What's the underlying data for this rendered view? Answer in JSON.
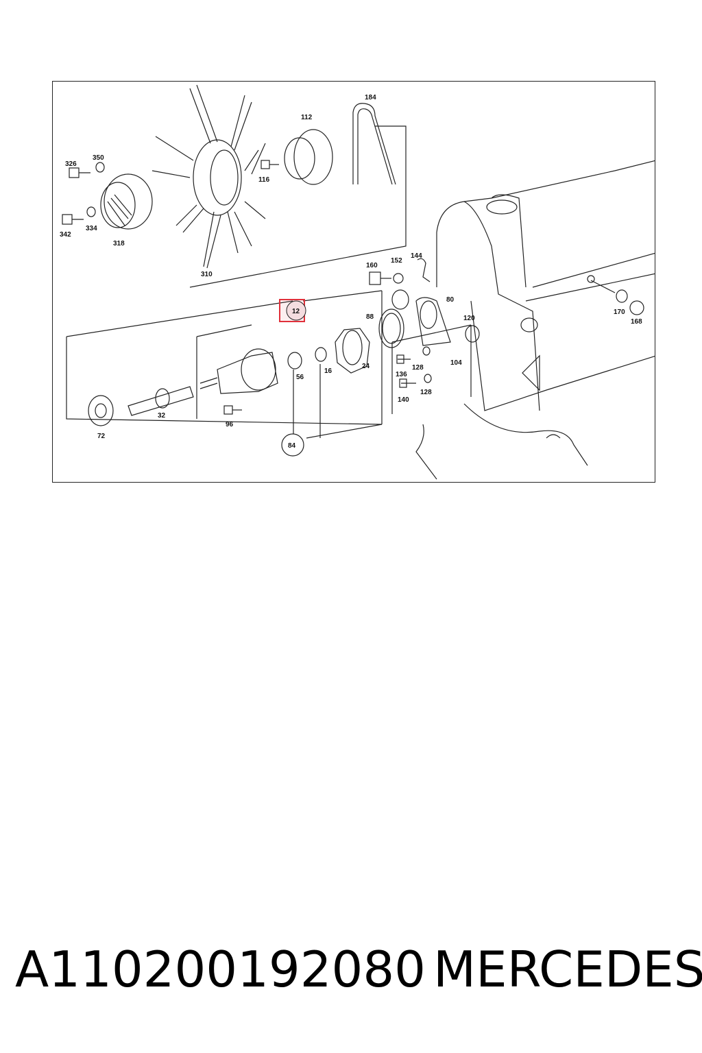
{
  "diagram": {
    "part_labels": {
      "p184": "184",
      "p112": "112",
      "p326": "326",
      "p350": "350",
      "p116": "116",
      "p342": "342",
      "p334": "334",
      "p318": "318",
      "p310": "310",
      "p160": "160",
      "p152": "152",
      "p144": "144",
      "p80": "80",
      "p12": "12",
      "p88": "88",
      "p120": "120",
      "p170": "170",
      "p168": "168",
      "p56": "56",
      "p16": "16",
      "p24": "24",
      "p128a": "128",
      "p136": "136",
      "p104": "104",
      "p140": "140",
      "p128b": "128",
      "p32": "32",
      "p96": "96",
      "p72": "72",
      "p84": "84"
    },
    "highlighted_part": "12",
    "highlight_color": "#e0303a"
  },
  "caption": {
    "part_number": "A110200192080",
    "brand": "MERCEDES"
  }
}
